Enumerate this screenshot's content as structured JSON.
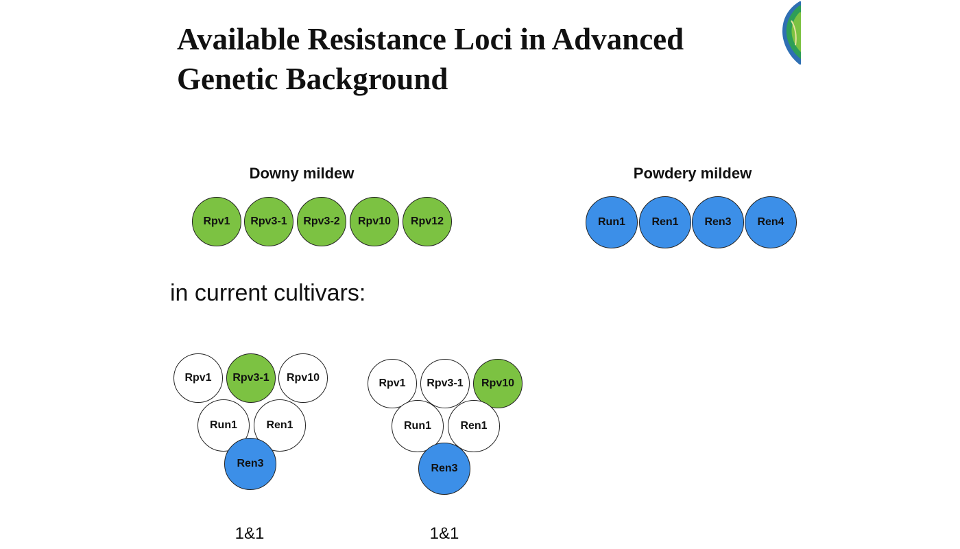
{
  "title": {
    "line1": "Available Resistance Loci in Advanced",
    "line2": "Genetic Background"
  },
  "logo": {
    "icon": "grape-leaf-logo",
    "colors": [
      "#2e9e57",
      "#7cc242",
      "#2f6fb3"
    ]
  },
  "downy": {
    "heading": "Downy mildew",
    "loci": [
      "Rpv1",
      "Rpv3-1",
      "Rpv3-2",
      "Rpv10",
      "Rpv12"
    ],
    "color": "#7cc242"
  },
  "powdery": {
    "heading": "Powdery mildew",
    "loci": [
      "Run1",
      "Ren1",
      "Ren3",
      "Ren4"
    ],
    "color": "#3c8fe8"
  },
  "current": {
    "label": "in current cultivars:",
    "cultivars": [
      {
        "top": [
          "Rpv1",
          "Rpv3-1",
          "Rpv10"
        ],
        "middle": [
          "Run1",
          "Ren1"
        ],
        "bottom": [
          "Ren3"
        ],
        "caption": "1&1"
      },
      {
        "top": [
          "Rpv1",
          "Rpv3-1",
          "Rpv10"
        ],
        "middle": [
          "Run1",
          "Ren1"
        ],
        "bottom": [
          "Ren3"
        ],
        "caption": "1&1"
      }
    ]
  }
}
